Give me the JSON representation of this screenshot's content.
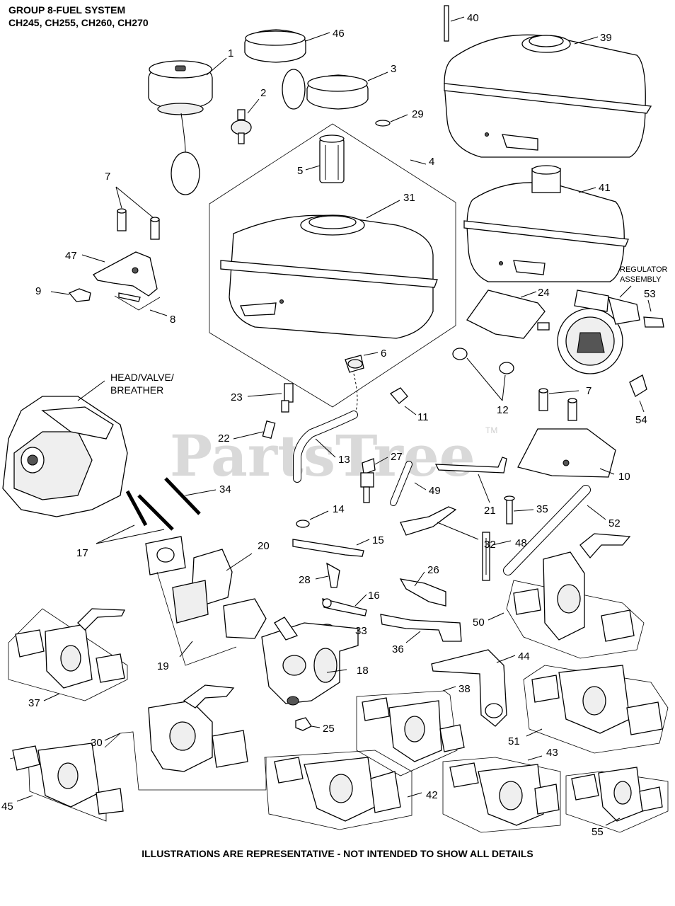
{
  "header": {
    "title": "GROUP 8-FUEL SYSTEM",
    "models": "CH245, CH255, CH260, CH270"
  },
  "watermark": {
    "text": "PartsTree",
    "tm": "TM"
  },
  "callouts": {
    "c1": "1",
    "c2": "2",
    "c3": "3",
    "c4": "4",
    "c5": "5",
    "c6": "6",
    "c7a": "7",
    "c7b": "7",
    "c8": "8",
    "c9": "9",
    "c10": "10",
    "c11": "11",
    "c12": "12",
    "c13": "13",
    "c14": "14",
    "c15": "15",
    "c16": "16",
    "c17": "17",
    "c18": "18",
    "c19": "19",
    "c20": "20",
    "c21": "21",
    "c22": "22",
    "c23": "23",
    "c24": "24",
    "c25": "25",
    "c26": "26",
    "c27": "27",
    "c28": "28",
    "c29": "29",
    "c30": "30",
    "c31": "31",
    "c32": "32",
    "c33": "33",
    "c34": "34",
    "c35": "35",
    "c36": "36",
    "c37": "37",
    "c38": "38",
    "c39": "39",
    "c40": "40",
    "c41": "41",
    "c42": "42",
    "c43": "43",
    "c44": "44",
    "c45": "45",
    "c46": "46",
    "c47": "47",
    "c48": "48",
    "c49": "49",
    "c50": "50",
    "c51": "51",
    "c52": "52",
    "c53": "53",
    "c54": "54",
    "c55": "55"
  },
  "text_labels": {
    "head_valve_1": "HEAD/VALVE/",
    "head_valve_2": "BREATHER",
    "regulator_1": "REGULATOR",
    "regulator_2": "ASSEMBLY"
  },
  "footer": "ILLUSTRATIONS ARE REPRESENTATIVE - NOT INTENDED TO SHOW ALL DETAILS"
}
